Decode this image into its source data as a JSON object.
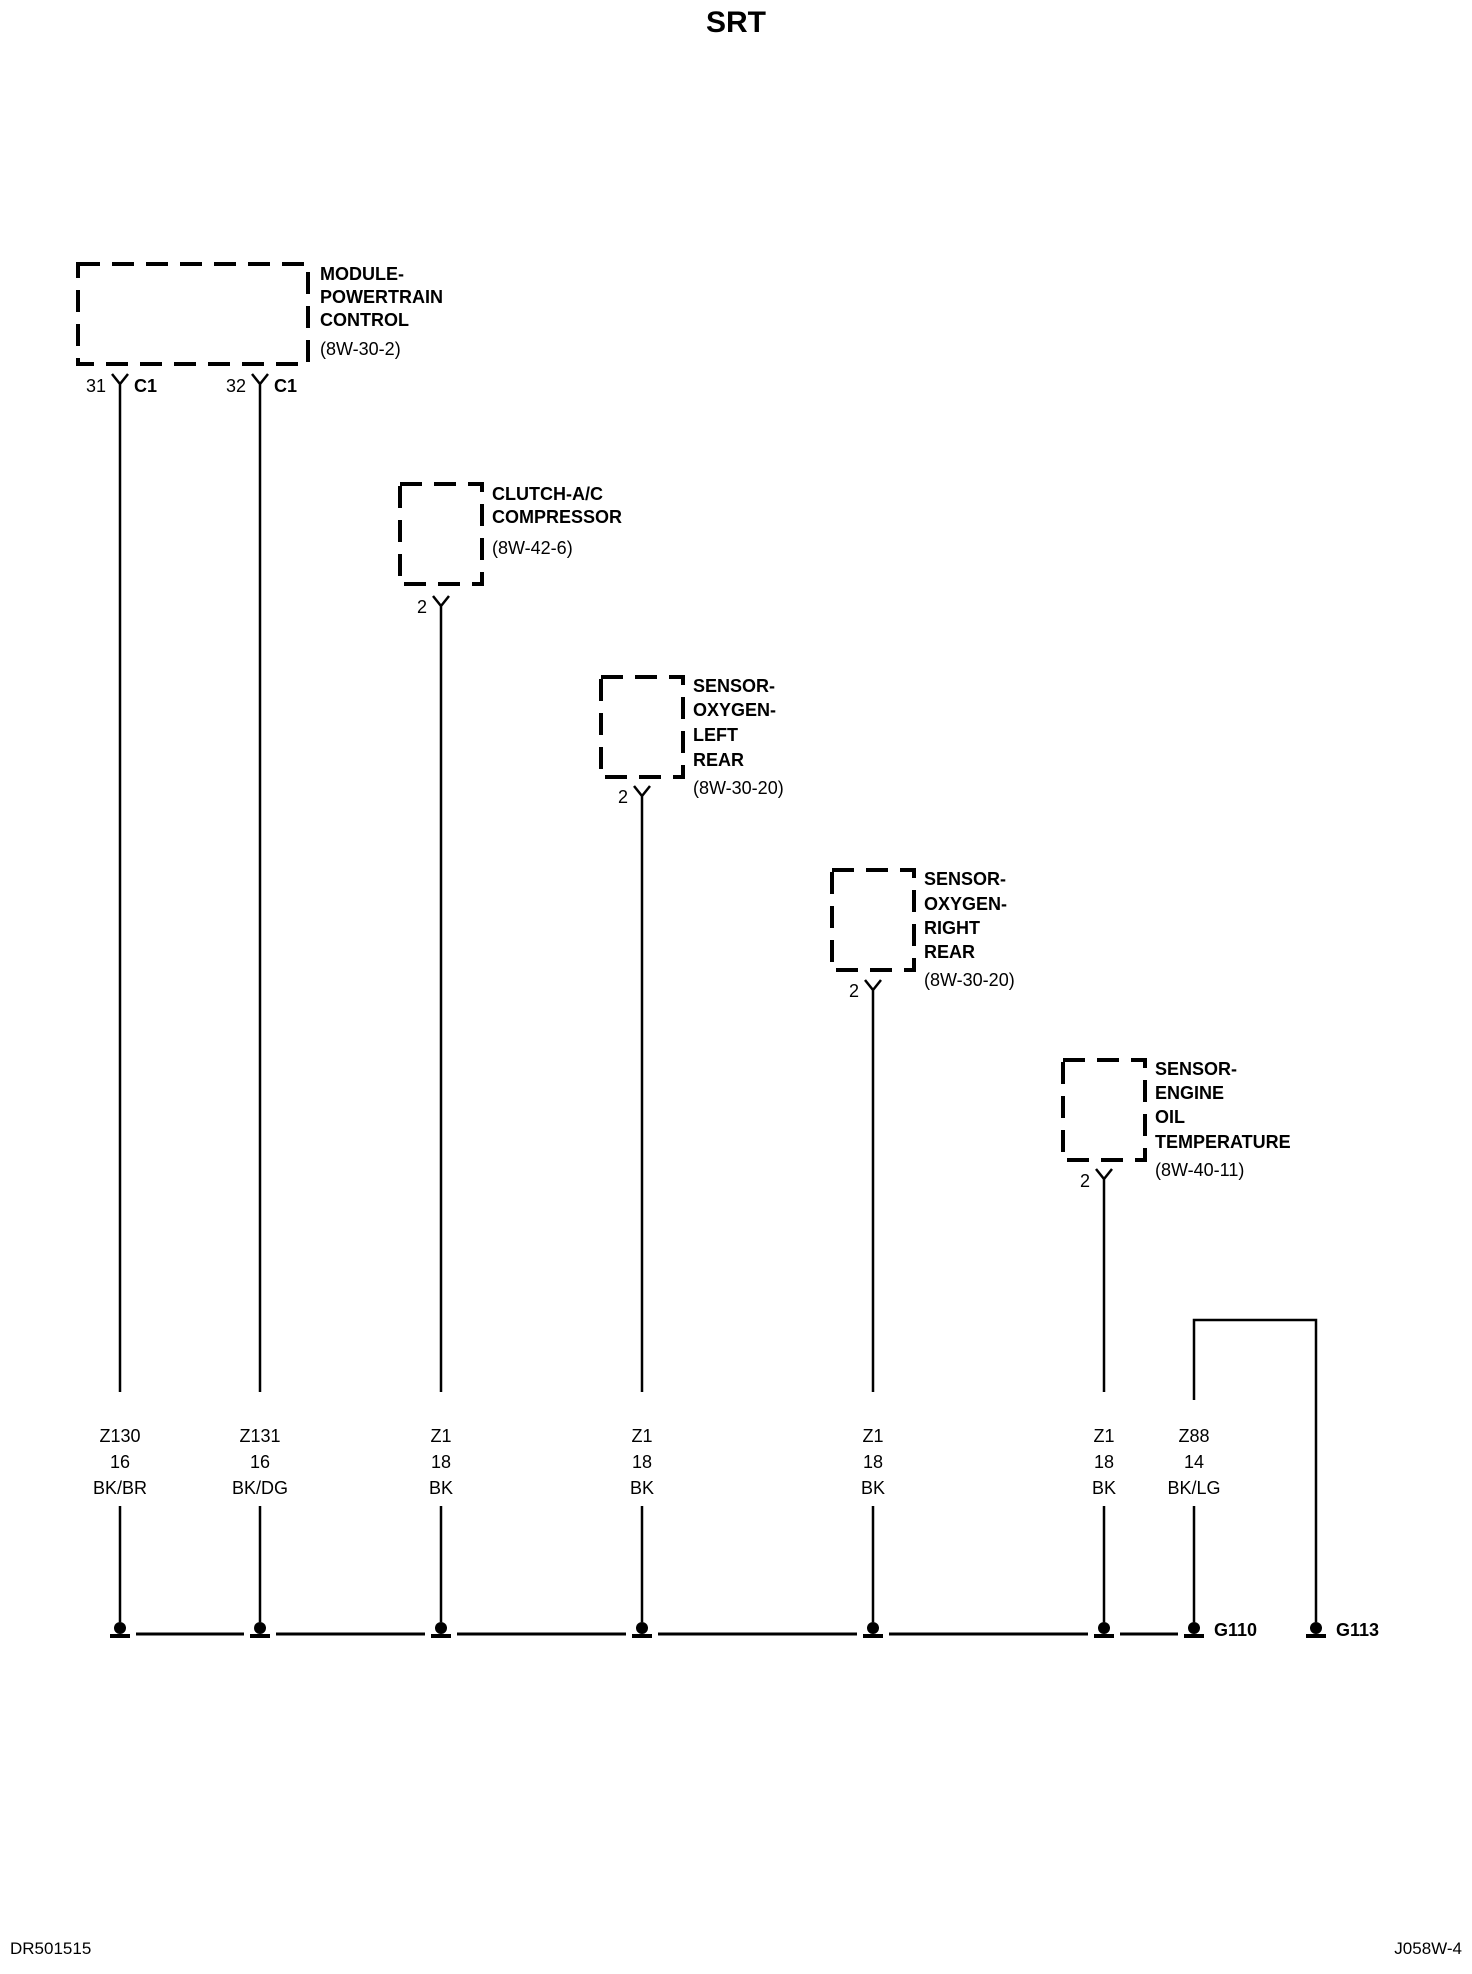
{
  "title": "SRT",
  "components": [
    {
      "name_lines": [
        "MODULE-",
        "POWERTRAIN",
        "CONTROL"
      ],
      "ref": "(8W-30-2)"
    },
    {
      "name_lines": [
        "CLUTCH-A/C",
        "COMPRESSOR"
      ],
      "ref": "(8W-42-6)"
    },
    {
      "name_lines": [
        "SENSOR-",
        "OXYGEN-",
        "LEFT",
        "REAR"
      ],
      "ref": "(8W-30-20)"
    },
    {
      "name_lines": [
        "SENSOR-",
        "OXYGEN-",
        "RIGHT",
        "REAR"
      ],
      "ref": "(8W-30-20)"
    },
    {
      "name_lines": [
        "SENSOR-",
        "ENGINE",
        "OIL",
        "TEMPERATURE"
      ],
      "ref": "(8W-40-11)"
    }
  ],
  "pins": [
    {
      "pin": "31",
      "connector": "C1"
    },
    {
      "pin": "32",
      "connector": "C1"
    },
    {
      "pin": "2",
      "connector": ""
    },
    {
      "pin": "2",
      "connector": ""
    },
    {
      "pin": "2",
      "connector": ""
    },
    {
      "pin": "2",
      "connector": ""
    }
  ],
  "wires": [
    {
      "circuit": "Z130",
      "gauge": "16",
      "color": "BK/BR"
    },
    {
      "circuit": "Z131",
      "gauge": "16",
      "color": "BK/DG"
    },
    {
      "circuit": "Z1",
      "gauge": "18",
      "color": "BK"
    },
    {
      "circuit": "Z1",
      "gauge": "18",
      "color": "BK"
    },
    {
      "circuit": "Z1",
      "gauge": "18",
      "color": "BK"
    },
    {
      "circuit": "Z1",
      "gauge": "18",
      "color": "BK"
    },
    {
      "circuit": "Z88",
      "gauge": "14",
      "color": "BK/LG"
    }
  ],
  "grounds": [
    "G110",
    "G113"
  ],
  "footer": {
    "left": "DR501515",
    "right": "J058W-4"
  }
}
